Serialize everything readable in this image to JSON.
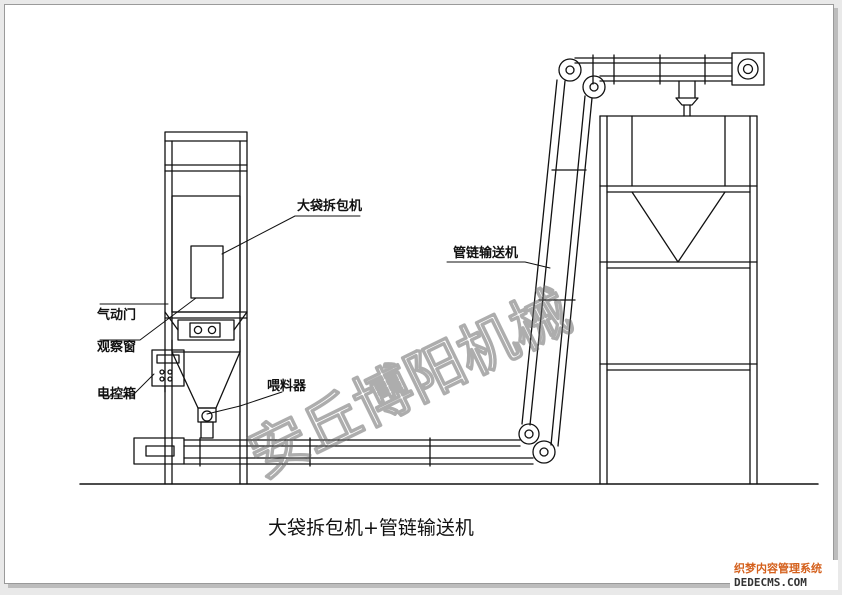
{
  "diagram": {
    "caption": "大袋拆包机+管链输送机",
    "labels": {
      "bag_unpacker": "大袋拆包机",
      "tube_chain_conveyor": "管链输送机",
      "pneumatic_door": "气动门",
      "observation_window": "观察窗",
      "control_box": "电控箱",
      "feeder": "喂料器"
    },
    "watermark": "安丘博阳机械",
    "corner_badge": {
      "line1": "织梦内容管理系统",
      "line2": "DEDECMS.COM"
    }
  }
}
